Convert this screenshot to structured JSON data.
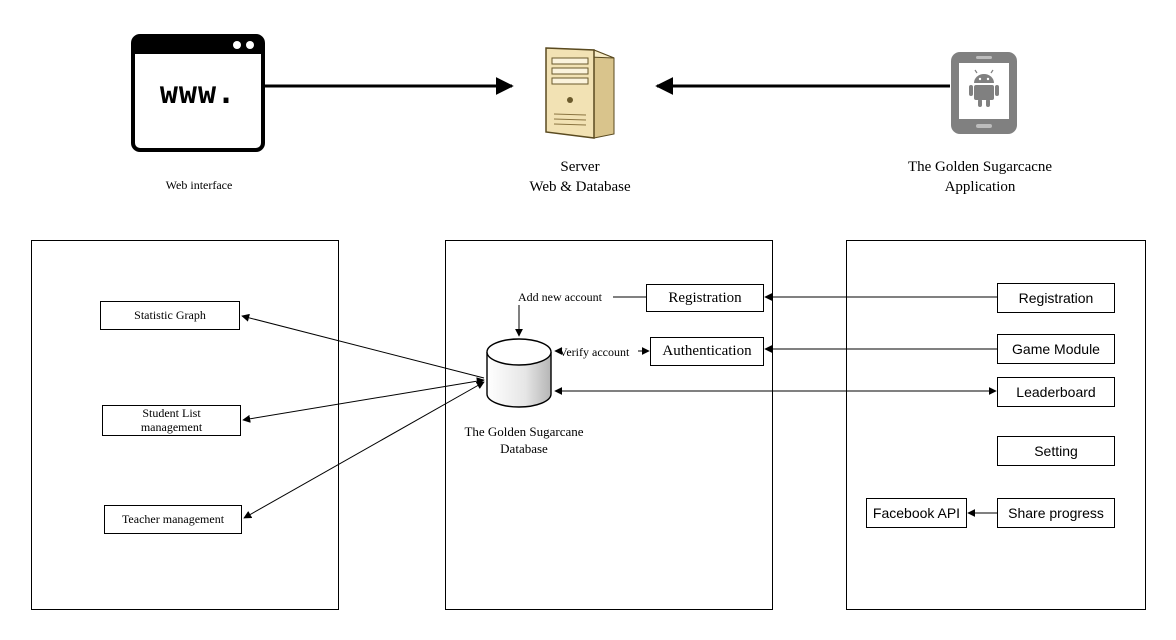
{
  "top": {
    "web_icon_text": "www.",
    "web_caption": "Web interface",
    "server_caption_line1": "Server",
    "server_caption_line2": "Web & Database",
    "app_caption_line1": "The Golden Sugarcacne",
    "app_caption_line2": "Application"
  },
  "left_panel": {
    "statistic_graph": "Statistic Graph",
    "student_list_line1": "Student List",
    "student_list_line2": "management",
    "teacher_management": "Teacher management"
  },
  "middle_panel": {
    "add_new_account": "Add new account",
    "registration": "Registration",
    "verify_account": "Verify account",
    "authentication": "Authentication",
    "db_caption_line1": "The Golden Sugarcane",
    "db_caption_line2": "Database"
  },
  "right_panel": {
    "registration": "Registration",
    "game_module": "Game Module",
    "leaderboard": "Leaderboard",
    "setting": "Setting",
    "share_progress": "Share progress",
    "facebook_api": "Facebook API"
  },
  "icons": {
    "web": "web-browser-icon",
    "server": "server-tower-icon",
    "app": "android-phone-icon",
    "database": "database-cylinder-icon"
  },
  "colors": {
    "line": "#000000",
    "server_body": "#f2e2b4",
    "phone_gray": "#808080"
  }
}
